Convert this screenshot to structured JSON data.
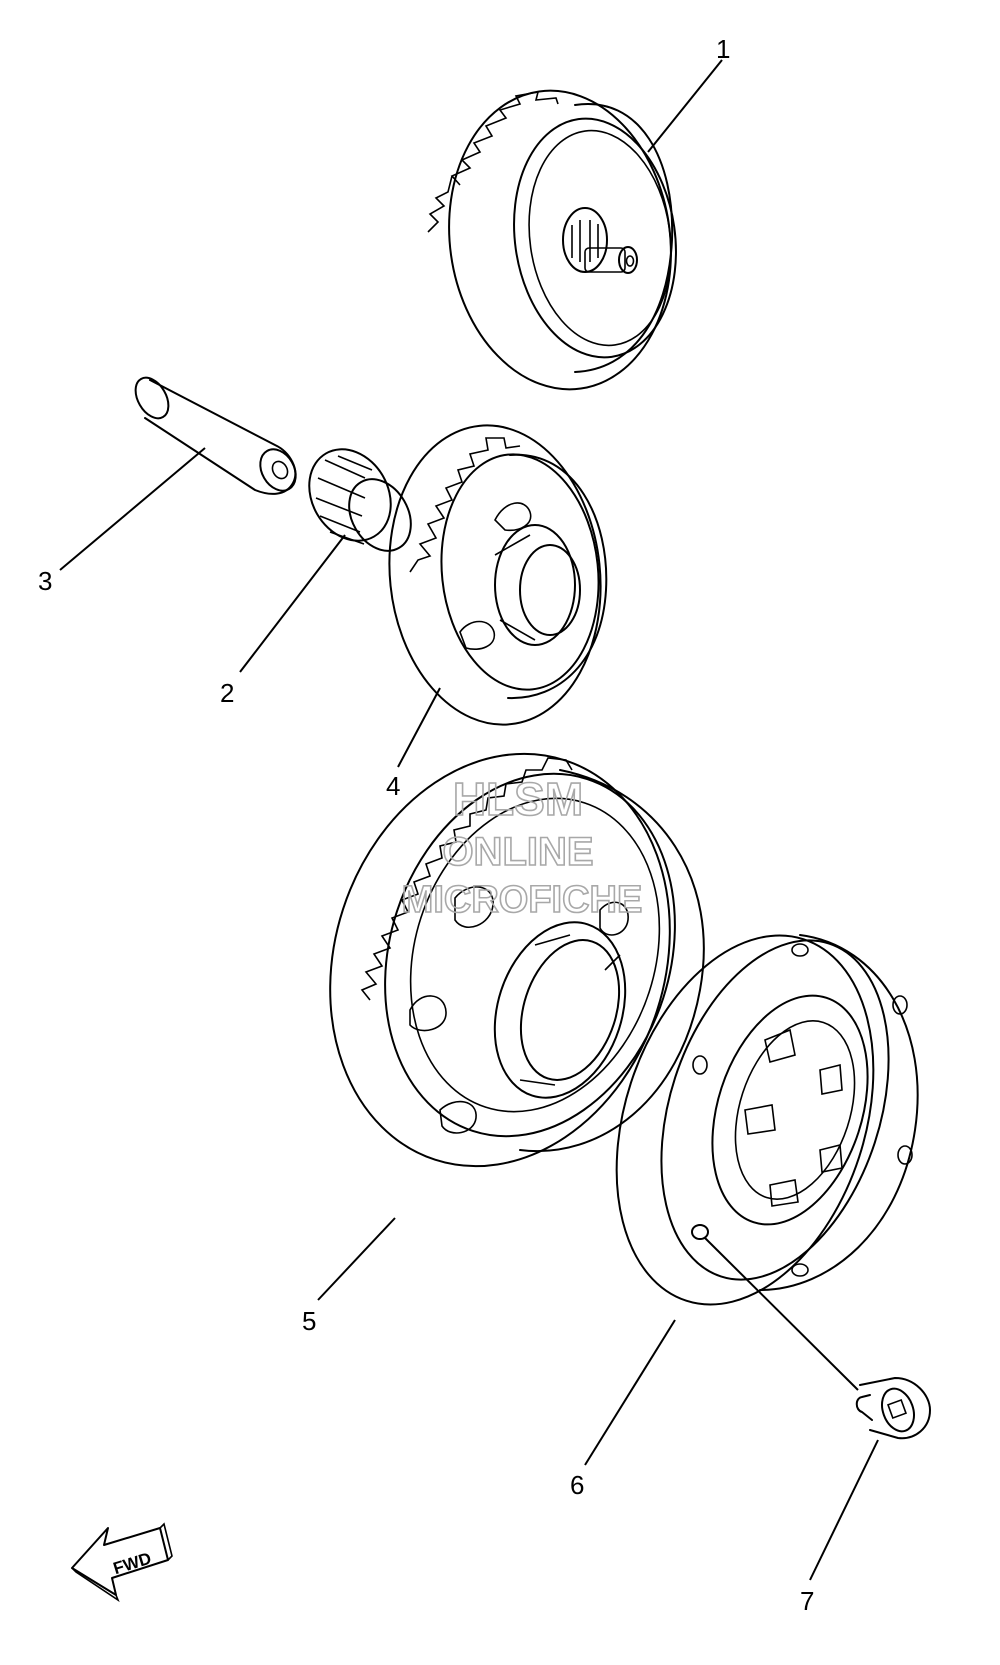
{
  "callouts": [
    {
      "id": "1",
      "label": "1"
    },
    {
      "id": "2",
      "label": "2"
    },
    {
      "id": "3",
      "label": "3"
    },
    {
      "id": "4",
      "label": "4"
    },
    {
      "id": "5",
      "label": "5"
    },
    {
      "id": "6",
      "label": "6"
    },
    {
      "id": "7",
      "label": "7"
    }
  ],
  "watermark": {
    "line1": "HLSM",
    "line2": "ONLINE",
    "line3": "MICROFICHE"
  },
  "direction_arrow": {
    "label": "FWD",
    "icon": "forward-arrow-icon"
  },
  "colors": {
    "line": "#000000",
    "watermark": "#a8a8a8",
    "background": "#ffffff"
  }
}
